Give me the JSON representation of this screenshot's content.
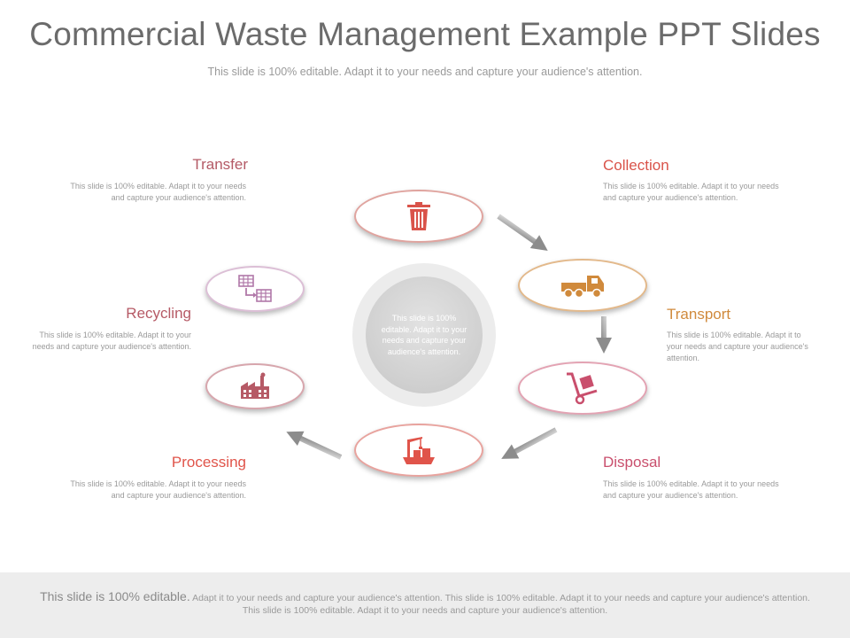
{
  "slide": {
    "title": "Commercial Waste Management Example PPT Slides",
    "subtitle": "This slide is 100% editable. Adapt it to your needs and capture your audience's attention."
  },
  "center": {
    "text": "This slide is 100% editable. Adapt it to your needs and capture your audience's attention."
  },
  "steps": {
    "collection": {
      "label": "Collection",
      "desc": "This slide is 100% editable. Adapt it to your needs and capture your audience's attention.",
      "icon": "trash-can-icon",
      "color": "#d9534a"
    },
    "transport": {
      "label": "Transport",
      "desc": "This slide is 100% editable. Adapt it to your needs and capture your audience's attention.",
      "icon": "truck-icon",
      "color": "#d08a3c"
    },
    "disposal": {
      "label": "Disposal",
      "desc": "This slide is 100% editable. Adapt it to your needs and capture your audience's attention.",
      "icon": "hand-truck-icon",
      "color": "#c94f6d"
    },
    "processing": {
      "label": "Processing",
      "desc": "This slide is 100% editable. Adapt it to your needs and capture your audience's attention.",
      "icon": "crane-barge-icon",
      "color": "#e0544a"
    },
    "recycling": {
      "label": "Recycling",
      "desc": "This slide is 100% editable. Adapt it to your needs and capture your audience's attention.",
      "icon": "factory-icon",
      "color": "#b65a66"
    },
    "transfer": {
      "label": "Transfer",
      "desc": "This slide is 100% editable. Adapt it to your needs and capture your audience's attention.",
      "icon": "transfer-icon",
      "color": "#b078a8"
    }
  },
  "footer": {
    "lead": "This slide is 100% editable.",
    "text": "Adapt it to your needs and capture your audience's attention. This slide is 100% editable. Adapt it to your needs and capture your audience's attention. This slide is 100% editable. Adapt it to your needs and capture your audience's attention."
  }
}
